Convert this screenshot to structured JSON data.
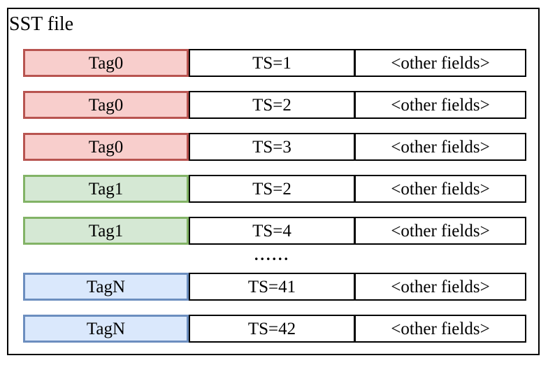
{
  "diagram": {
    "title": "SST file",
    "ellipsis": "......",
    "ellipsis_after_row": 5,
    "colors": {
      "red": {
        "fill": "#f8cecc",
        "stroke": "#b85450"
      },
      "green": {
        "fill": "#d5e8d4",
        "stroke": "#82b366"
      },
      "blue": {
        "fill": "#dae8fc",
        "stroke": "#6c8ebf"
      }
    },
    "border_color": "#000000",
    "rows": [
      {
        "tag": "Tag0",
        "ts": "TS=1",
        "other": "<other fields>",
        "color": "red"
      },
      {
        "tag": "Tag0",
        "ts": "TS=2",
        "other": "<other fields>",
        "color": "red"
      },
      {
        "tag": "Tag0",
        "ts": "TS=3",
        "other": "<other fields>",
        "color": "red"
      },
      {
        "tag": "Tag1",
        "ts": "TS=2",
        "other": "<other fields>",
        "color": "green"
      },
      {
        "tag": "Tag1",
        "ts": "TS=4",
        "other": "<other fields>",
        "color": "green"
      },
      {
        "tag": "TagN",
        "ts": "TS=41",
        "other": "<other fields>",
        "color": "blue"
      },
      {
        "tag": "TagN",
        "ts": "TS=42",
        "other": "<other fields>",
        "color": "blue"
      }
    ]
  }
}
